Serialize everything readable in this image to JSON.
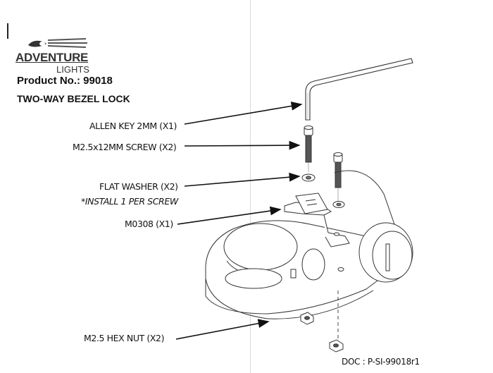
{
  "header": {
    "brand": "ADVENTURE",
    "brand_sub": "LIGHTS",
    "product_number": "Product No.: 99018",
    "product_name": "TWO-WAY BEZEL LOCK"
  },
  "parts": [
    {
      "label": "ALLEN KEY 2MM (X1)"
    },
    {
      "label": "M2.5x12MM SCREW (X2)"
    },
    {
      "label": "FLAT WASHER (X2)"
    },
    {
      "label": "*INSTALL 1 PER SCREW"
    },
    {
      "label": "M0308 (X1)"
    },
    {
      "label": "M2.5 HEX NUT (X2)"
    }
  ],
  "footer": {
    "doc_number": "DOC : P-SI-99018r1"
  }
}
